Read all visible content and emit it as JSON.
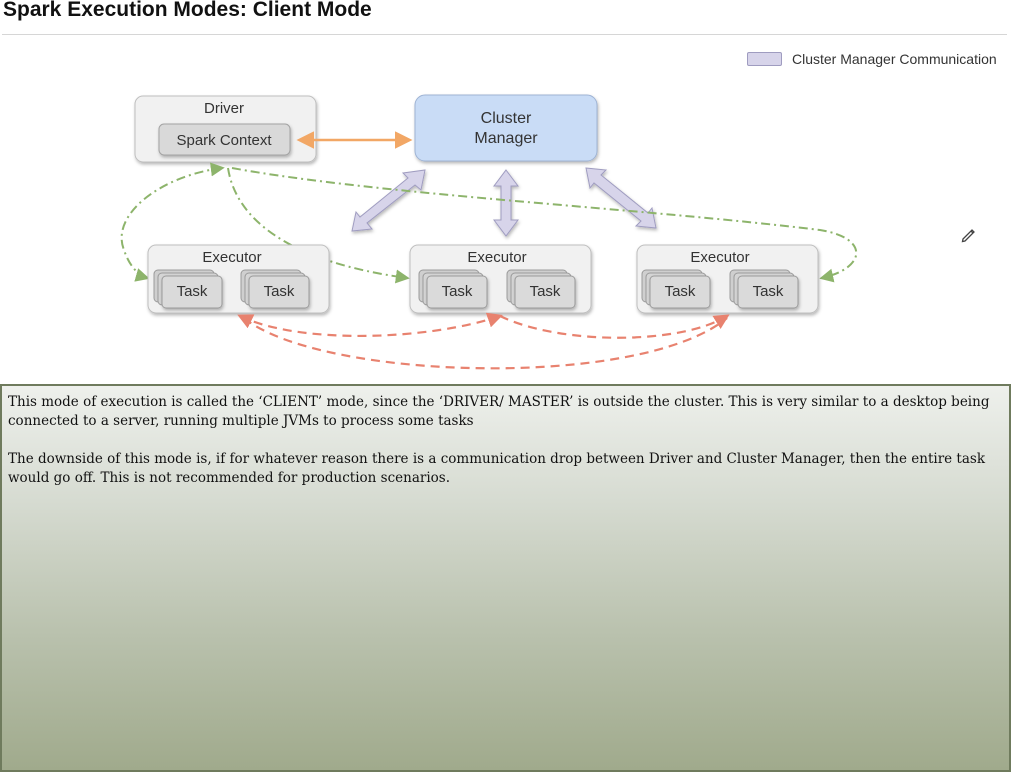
{
  "title": "Spark Execution Modes: Client Mode",
  "legend": {
    "label": "Cluster Manager Communication",
    "color": "#d7d4ea"
  },
  "diagram": {
    "driver": {
      "title": "Driver",
      "context": "Spark Context"
    },
    "cluster_manager": {
      "line1": "Cluster",
      "line2": "Manager"
    },
    "executors": [
      {
        "title": "Executor",
        "tasks": [
          "Task",
          "Task"
        ]
      },
      {
        "title": "Executor",
        "tasks": [
          "Task",
          "Task"
        ]
      },
      {
        "title": "Executor",
        "tasks": [
          "Task",
          "Task"
        ]
      }
    ],
    "colors": {
      "driver_link": "#f2a765",
      "driver_executor_links": "#8db46b",
      "executor_links": "#e8826f",
      "cluster_manager_fill": "#c9dcf6"
    }
  },
  "notes": {
    "paragraph1": "This mode of execution is called the ‘CLIENT’ mode, since the ‘DRIVER/ MASTER’ is outside the cluster. This is very similar to a desktop being connected to a server, running multiple JVMs to process some tasks",
    "paragraph2": "The downside of this mode is, if for whatever reason there is a communication drop between Driver and Cluster Manager, then the entire task would go off. This is not recommended for production scenarios."
  },
  "icons": {
    "edit": "pencil-icon"
  }
}
